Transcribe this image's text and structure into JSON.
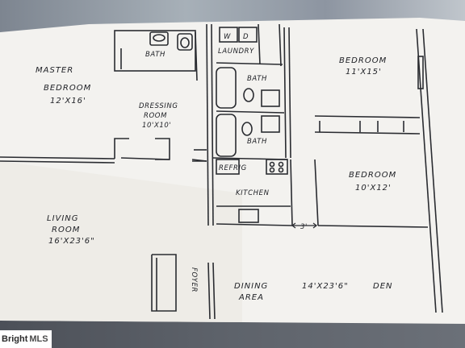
{
  "watermark": {
    "text": "Bright",
    "brand": "MLS"
  },
  "rooms": {
    "master_bedroom": {
      "name_line1": "Master",
      "name_line2": "Bedroom",
      "dim": "12'X16'"
    },
    "bath_top": {
      "name": "Bath"
    },
    "laundry": {
      "name": "Laundry"
    },
    "bath_mid": {
      "name": "Bath"
    },
    "bath_lower": {
      "name": "Bath"
    },
    "dressing": {
      "name_line1": "Dressing",
      "name_line2": "Room",
      "dim": "10'X10'"
    },
    "bedroom_top": {
      "name": "Bedroom",
      "dim": "11'X15'"
    },
    "bedroom_mid": {
      "name": "Bedroom",
      "dim": "10'X12'"
    },
    "kitchen": {
      "name": "Kitchen",
      "refrig": "Refrig"
    },
    "living": {
      "name_line1": "Living",
      "name_line2": "Room",
      "dim": "16'X23'6\""
    },
    "foyer": {
      "name": "Foyer"
    },
    "dining": {
      "name_line1": "Dining",
      "name_line2": "Area"
    },
    "den": {
      "name": "Den",
      "dim": "14'X23'6\""
    },
    "kitchen_offset": {
      "text": "3'"
    },
    "laundry_w": {
      "text": "W"
    },
    "laundry_d": {
      "text": "D"
    }
  },
  "colors": {
    "paper": "#f2f1ee",
    "ink": "#2a2c31",
    "background": "#6a6f78"
  }
}
